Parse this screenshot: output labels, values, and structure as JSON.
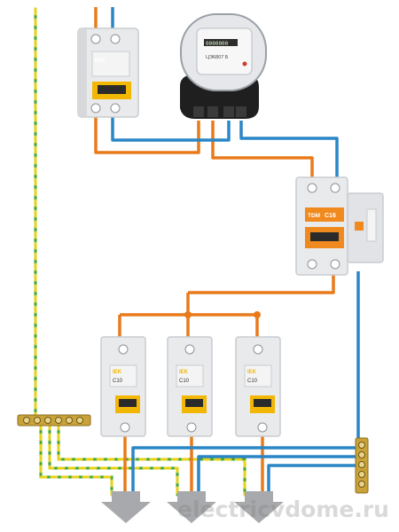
{
  "colors": {
    "phase": "#e87a1c",
    "neutral": "#2a86c6",
    "earth_green": "#3aa53a",
    "earth_yellow": "#e6d21a",
    "device_body": "#e9eaec",
    "device_shadow": "#c9ccd0",
    "accent_yellow": "#f2b705",
    "accent_orange": "#f08a1e",
    "bus_brass": "#c9a23a",
    "arrow_grey": "#a7a9ac"
  },
  "main_breaker": {
    "brand": "IEK",
    "icon": "main-breaker-icon"
  },
  "meter": {
    "model": "ЦЭ6807 Б",
    "display": "0000000",
    "icon": "electricity-meter-icon"
  },
  "rcbo": {
    "brand": "TDM",
    "rating": "C16",
    "icon": "rcbo-icon"
  },
  "branch_breakers": [
    {
      "brand": "IEK",
      "rating": "C10"
    },
    {
      "brand": "IEK",
      "rating": "C10"
    },
    {
      "brand": "IEK",
      "rating": "C10"
    }
  ],
  "outputs": [
    {
      "icon": "down-arrow-icon"
    },
    {
      "icon": "down-arrow-icon"
    },
    {
      "icon": "down-arrow-icon"
    }
  ],
  "watermark": "electricvdome.ru"
}
